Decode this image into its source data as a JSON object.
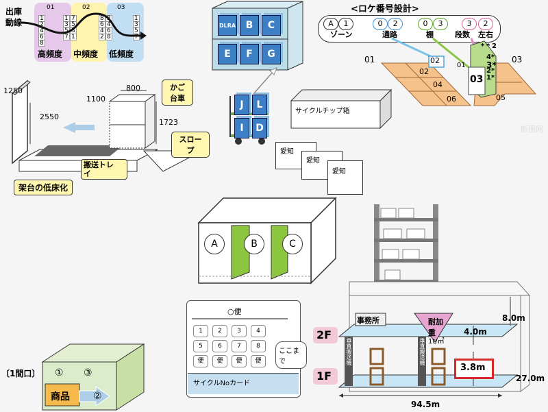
{
  "flow_diagram": {
    "title_line1": "出庫",
    "title_line2": "動線",
    "zone_numbers": [
      "01",
      "02",
      "03"
    ],
    "col1": [
      "1",
      "2",
      "4",
      "6",
      "8"
    ],
    "col2a": [
      "1",
      "3",
      "5",
      "7"
    ],
    "col2b": [
      "7",
      "5",
      "3",
      "1"
    ],
    "col3a": [
      "8",
      "6",
      "4",
      "2"
    ],
    "col3b": [
      "2",
      "4",
      "6",
      "8"
    ],
    "col4": [
      "1",
      "3",
      "5",
      "7"
    ],
    "labels": [
      "高頻度",
      "中頻度",
      "低頻度"
    ]
  },
  "shelf_boxes": {
    "top_row": [
      "DLRA",
      "B",
      "C"
    ],
    "bottom_row": [
      "E",
      "F",
      "G"
    ]
  },
  "loc_code": {
    "title": "<ロケ番号設計>",
    "circles": [
      {
        "text": "A",
        "color": "#333333"
      },
      {
        "text": "1",
        "color": "#333333"
      },
      {
        "text": "0",
        "color": "#3a8fd8"
      },
      {
        "text": "2",
        "color": "#3a8fd8"
      },
      {
        "text": "0",
        "color": "#5aaa2a"
      },
      {
        "text": "3",
        "color": "#5aaa2a"
      },
      {
        "text": "3",
        "color": "#e0609a"
      },
      {
        "text": "2",
        "color": "#e0609a"
      }
    ],
    "labels": [
      "ゾーン",
      "通路",
      "棚",
      "段数",
      "左右"
    ]
  },
  "grid_floor": {
    "left_label": "01",
    "mid_label": "02",
    "right_label": "03",
    "left_cells": [
      "02",
      "04",
      "06"
    ],
    "right_cells": [
      "01",
      "03",
      "05"
    ],
    "box_label": "03",
    "column_levels": [
      "*",
      "*",
      "2",
      "4*",
      "3*",
      "2*",
      "1*"
    ]
  },
  "lowering": {
    "w_label": "1250",
    "h_label": "2550",
    "cage_w": "800",
    "cage_d": "1100",
    "cage_h": "1723",
    "callout_cart": "かご\n台車",
    "callout_slope": "スロー\nプ",
    "tray_label": "搬送トレ\nイ",
    "base_label": "架台の低床化"
  },
  "cart": {
    "top_row": [
      "J",
      "L"
    ],
    "bottom_row": [
      "I",
      "D"
    ]
  },
  "chip_box": {
    "label": "サイクルチップ箱",
    "cards": [
      "愛知",
      "愛知",
      "愛知"
    ]
  },
  "abc_shelf": {
    "sections": [
      "A",
      "B",
      "C"
    ]
  },
  "mail_box": {
    "header": "○便",
    "row1": [
      "1",
      "2",
      "3",
      "4"
    ],
    "row2": [
      "5",
      "6",
      "7",
      "8"
    ],
    "row3": [
      "便",
      "便",
      "便",
      "便"
    ],
    "callout": "ここま\nで",
    "footer": "サイクルNoカード"
  },
  "building": {
    "floor2": "2F",
    "floor1": "1F",
    "office": "事務所",
    "load_label": "耐加重",
    "load_value": "1t/㎡",
    "h_total": "8.0m",
    "h_floor2": "4.0m",
    "h_floor1": "3.8m",
    "depth": "27.0m",
    "width": "94.5m",
    "elevator": "垂直搬送機"
  },
  "frontage": {
    "title": "〔1間口〕",
    "steps": [
      "①",
      "②",
      "③"
    ],
    "goods": "商品"
  },
  "watermark": "新图网"
}
